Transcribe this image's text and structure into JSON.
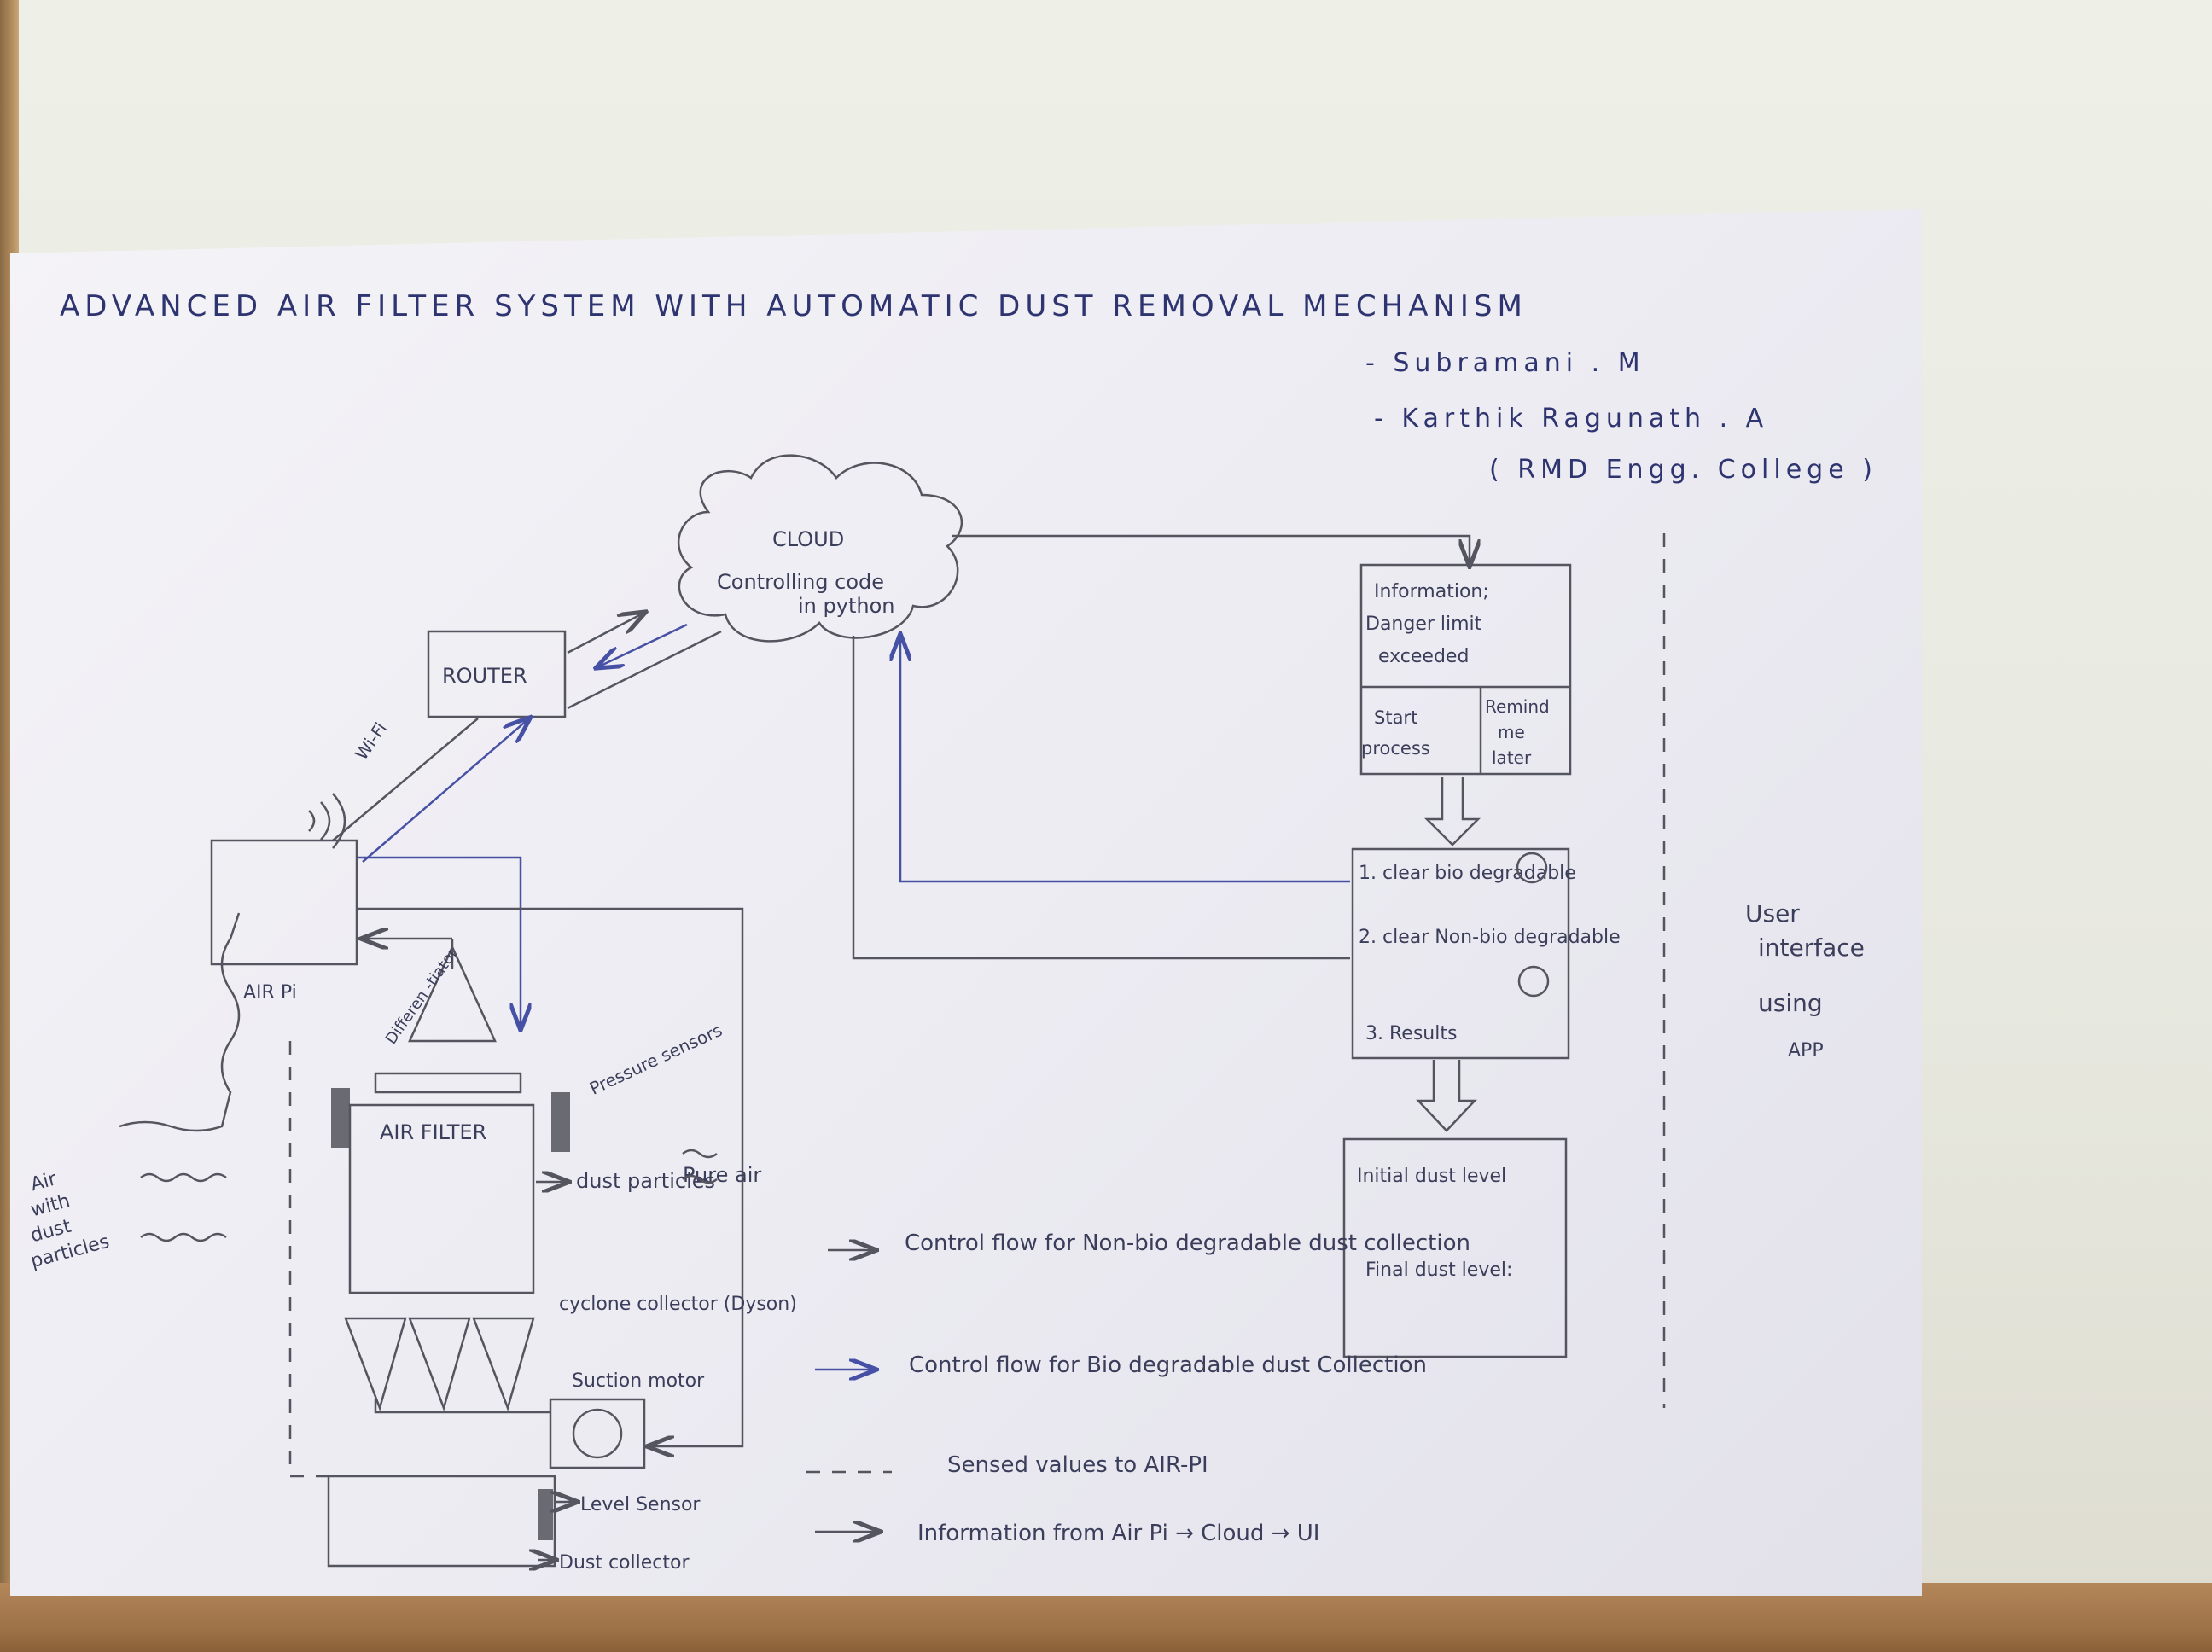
{
  "title": "ADVANCED AIR FILTER SYSTEM WITH AUTOMATIC DUST REMOVAL MECHANISM",
  "authors": [
    "- Subramani . M",
    "- Karthik Ragunath . A",
    "( RMD Engg. College )"
  ],
  "cloud": {
    "line1": "CLOUD",
    "line2": "Controlling code",
    "line3": "in python"
  },
  "router": "ROUTER",
  "wifi": "Wi-Fi",
  "airpi": "AIR Pi",
  "differentiator": "Differen -tiator",
  "pressure_sensors": "Pressure sensors",
  "air_filter": "AIR FILTER",
  "dust_particles": "dust particles",
  "pure_air": "Pure air",
  "air_in": [
    "Air",
    "with",
    "dust",
    "particles"
  ],
  "cyclone": "cyclone collector (Dyson)",
  "suction_motor": "Suction motor",
  "level_sensor": "Level Sensor",
  "dust_collector": "Dust collector",
  "ui_box1": {
    "info": [
      "Information;",
      "Danger limit",
      "exceeded"
    ],
    "start": [
      "Start",
      "process"
    ],
    "remind": [
      "Remind",
      "me",
      "later"
    ]
  },
  "ui_box2": {
    "item1": "1. clear bio degradable",
    "item2": "2. clear Non-bio degradable",
    "item3": "3. Results"
  },
  "ui_box3": {
    "initial": "Initial dust level",
    "final": "Final dust level:"
  },
  "ui_label": [
    "User",
    "interface",
    "using",
    "APP"
  ],
  "legend": [
    {
      "text": "Control flow for Non-bio degradable dust collection",
      "style": "pencil"
    },
    {
      "text": "Control flow for Bio degradable dust Collection",
      "style": "blue"
    },
    {
      "text": "Sensed values to AIR-PI",
      "style": "dashed"
    },
    {
      "text": "Information from Air Pi → Cloud → UI",
      "style": "pencil"
    }
  ],
  "colors": {
    "ink": "#2e3470",
    "pencil": "#55555f",
    "blue_pen": "#4651a6"
  }
}
